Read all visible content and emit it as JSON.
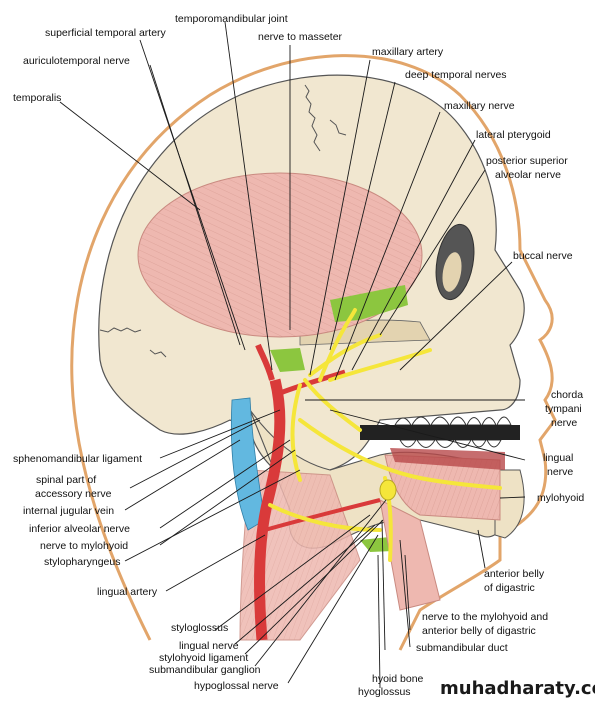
{
  "labels": {
    "superficial_temporal_artery": "superficial temporal artery",
    "temporomandibular_joint": "temporomandibular joint",
    "nerve_to_masseter": "nerve to masseter",
    "auriculotemporal_nerve": "auriculotemporal nerve",
    "maxillary_artery": "maxillary artery",
    "deep_temporal_nerves": "deep temporal nerves",
    "temporalis": "temporalis",
    "maxillary_nerve": "maxillary nerve",
    "lateral_pterygoid": "lateral pterygoid",
    "posterior_superior_alveolar_nerve_1": "posterior superior",
    "posterior_superior_alveolar_nerve_2": "alveolar nerve",
    "buccal_nerve": "buccal nerve",
    "chorda_tympani_nerve_1": "chorda",
    "chorda_tympani_nerve_2": "tympani",
    "chorda_tympani_nerve_3": "nerve",
    "sphenomandibular_ligament": "sphenomandibular ligament",
    "lingual_nerve_right_1": "lingual",
    "lingual_nerve_right_2": "nerve",
    "spinal_accessory_1": "spinal part of",
    "spinal_accessory_2": "accessory nerve",
    "mylohyoid": "mylohyoid",
    "internal_jugular_vein": "internal jugular vein",
    "inferior_alveolar_nerve": "inferior alveolar nerve",
    "nerve_to_mylohyoid": "nerve to mylohyoid",
    "stylopharyngeus": "stylopharyngeus",
    "anterior_belly_1": "anterior belly",
    "anterior_belly_2": "of digastric",
    "lingual_artery": "lingual artery",
    "nerve_mylohyoid_anterior_1": "nerve to the mylohyoid and",
    "nerve_mylohyoid_anterior_2": "anterior belly of digastric",
    "styloglossus": "styloglossus",
    "submandibular_duct": "submandibular duct",
    "lingual_nerve_bottom": "lingual nerve",
    "stylohyoid_ligament": "stylohyoid ligament",
    "submandibular_ganglion": "submandibular ganglion",
    "hypoglossal_nerve": "hypoglossal nerve",
    "hyoid_bone": "hyoid bone",
    "hyoglossus": "hyoglossus"
  },
  "watermark": "muhadharaty.com",
  "colors": {
    "skin_outline": "#e2a56a",
    "bone": "#f1e7d0",
    "bone_shade": "#e3d3b0",
    "muscle": "#eeb8b0",
    "muscle_line": "#c98a80",
    "nerve": "#f5e63a",
    "artery": "#d93a3a",
    "vein": "#62b8e0",
    "ligament_green": "#8cc63f"
  }
}
